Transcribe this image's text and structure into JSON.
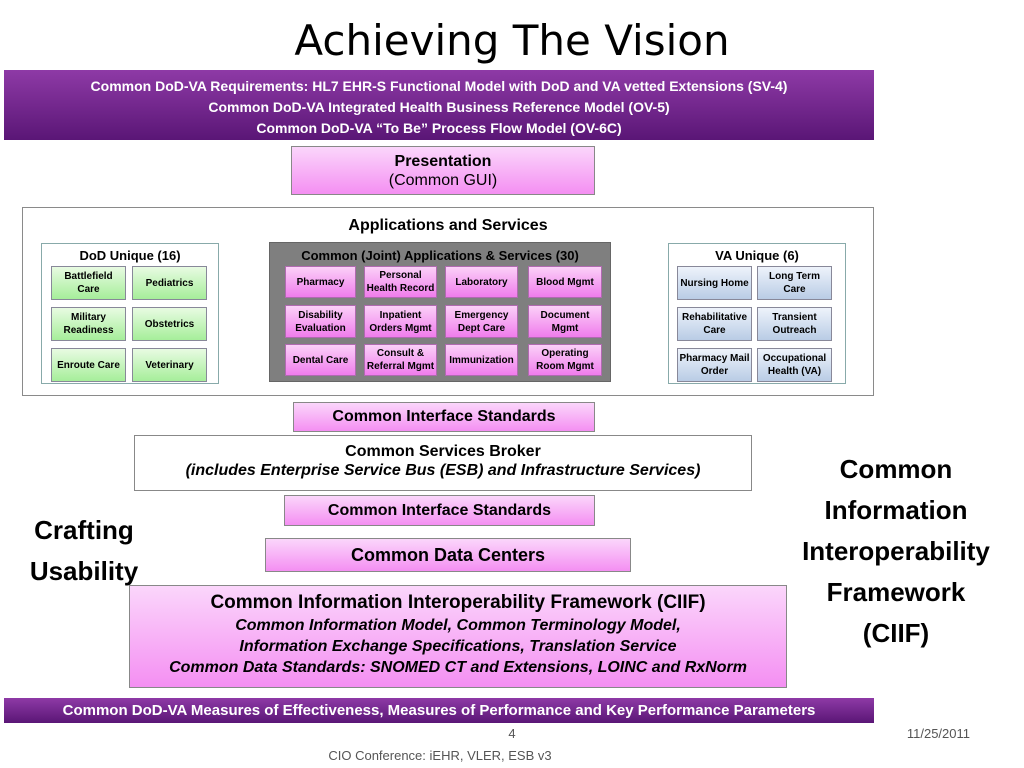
{
  "slide": {
    "title": "Achieving The Vision",
    "requirements": [
      "Common DoD-VA Requirements:  HL7 EHR-S Functional Model with DoD and VA vetted Extensions (SV-4)",
      "Common DoD-VA Integrated Health Business Reference Model (OV-5)",
      "Common DoD-VA “To Be” Process Flow Model (OV-6C)"
    ],
    "presentation": {
      "title": "Presentation",
      "subtitle": "(Common  GUI)"
    },
    "apps": {
      "title": "Applications and Services",
      "dod": {
        "title": "DoD Unique (16)",
        "items": [
          "Battlefield Care",
          "Pediatrics",
          "Military Readiness",
          "Obstetrics",
          "Enroute Care",
          "Veterinary"
        ]
      },
      "common": {
        "title": "Common (Joint) Applications & Services (30)",
        "items": [
          "Pharmacy",
          "Personal Health Record",
          "Laboratory",
          "Blood Mgmt",
          "Disability Evaluation",
          "Inpatient Orders Mgmt",
          "Emergency Dept Care",
          "Document Mgmt",
          "Dental Care",
          "Consult & Referral Mgmt",
          "Immunization",
          "Operating Room Mgmt"
        ]
      },
      "va": {
        "title": "VA Unique (6)",
        "items": [
          "Nursing Home",
          "Long Term Care",
          "Rehabilitative Care",
          "Transient Outreach",
          "Pharmacy Mail Order",
          "Occupational Health (VA)"
        ]
      }
    },
    "interface1": "Common Interface Standards",
    "broker": {
      "title": "Common Services Broker",
      "subtitle": "(includes Enterprise Service Bus (ESB) and Infrastructure Services)"
    },
    "interface2": "Common Interface Standards",
    "datacenters": "Common Data Centers",
    "ciif": {
      "title": "Common Information Interoperability Framework (CIIF)",
      "lines": [
        "Common Information Model, Common Terminology Model,",
        "Information Exchange Specifications, Translation Service",
        "Common Data Standards: SNOMED CT and Extensions, LOINC and RxNorm"
      ]
    },
    "bottom_bar": "Common DoD-VA Measures of Effectiveness, Measures of Performance and Key Performance Parameters",
    "left_label": [
      "Crafting",
      "Usability"
    ],
    "right_label": [
      "Common",
      "Information",
      "Interoperability",
      "Framework",
      "(CIIF)"
    ],
    "page_number": "4",
    "date": "11/25/2011",
    "footer": "CIO Conference: iEHR, VLER, ESB v3",
    "colors": {
      "purple": "#6b2088",
      "pink": "#f48ff2",
      "green": "#a6ee9a",
      "blue": "#b9cce5",
      "common_bg": "#7f7f7f"
    }
  }
}
